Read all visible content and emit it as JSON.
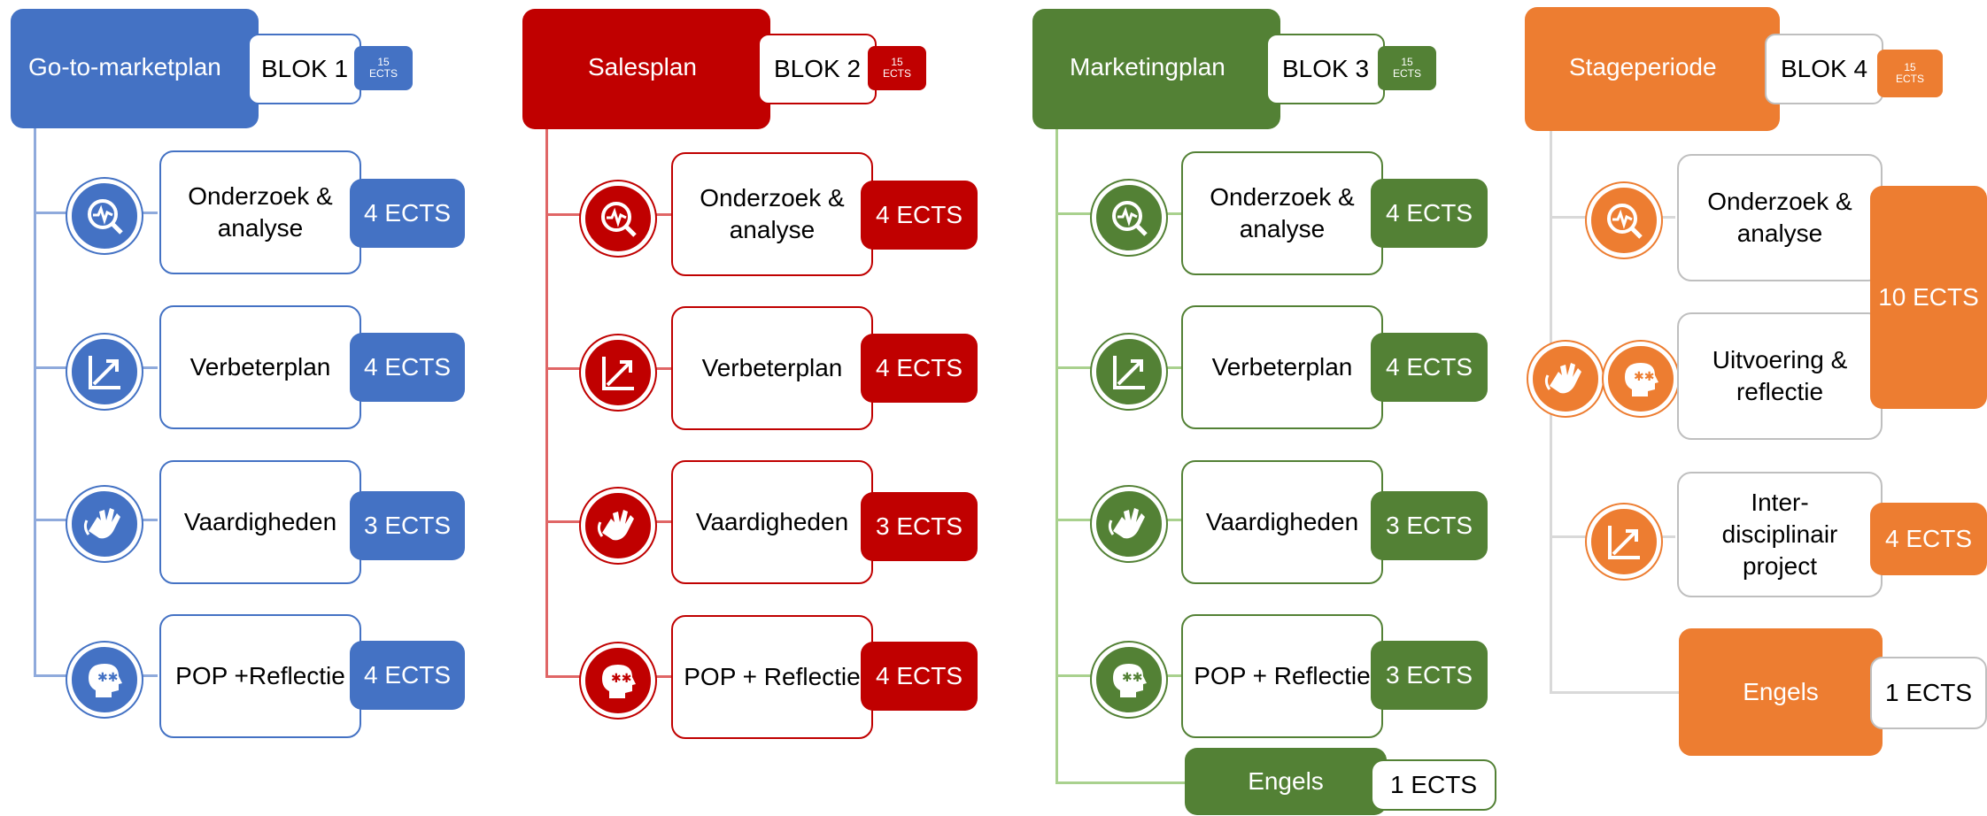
{
  "colors": {
    "blue": "#4472C4",
    "red": "#C00000",
    "green": "#538135",
    "orange": "#ED7D31",
    "blue_light": "#8FAADC",
    "red_light": "#E06666",
    "green_light": "#A9D18E",
    "orange_light": "#D9D9D9"
  },
  "columns": [
    {
      "header": "Go-to-marketplan",
      "blok": "BLOK 1",
      "mini_num": "15",
      "mini_unit": "ECTS",
      "items": [
        {
          "label": "Onderzoek &\nanalyse",
          "ects": "4 ECTS",
          "icon": "search-pulse-icon"
        },
        {
          "label": "Verbeterplan",
          "ects": "4 ECTS",
          "icon": "chart-arrow-icon"
        },
        {
          "label": "Vaardigheden",
          "ects": "3 ECTS",
          "icon": "sign-hands-icon"
        },
        {
          "label": "POP +Reflectie",
          "ects": "4 ECTS",
          "icon": "head-puzzle-icon"
        }
      ]
    },
    {
      "header": "Salesplan",
      "blok": "BLOK 2",
      "mini_num": "15",
      "mini_unit": "ECTS",
      "items": [
        {
          "label": "Onderzoek &\nanalyse",
          "ects": "4 ECTS",
          "icon": "search-pulse-icon"
        },
        {
          "label": "Verbeterplan",
          "ects": "4 ECTS",
          "icon": "chart-arrow-icon"
        },
        {
          "label": "Vaardigheden",
          "ects": "3 ECTS",
          "icon": "sign-hands-icon"
        },
        {
          "label": "POP + Reflectie",
          "ects": "4 ECTS",
          "icon": "head-puzzle-icon"
        }
      ]
    },
    {
      "header": "Marketingplan",
      "blok": "BLOK 3",
      "mini_num": "15",
      "mini_unit": "ECTS",
      "items": [
        {
          "label": "Onderzoek &\nanalyse",
          "ects": "4 ECTS",
          "icon": "search-pulse-icon"
        },
        {
          "label": "Verbeterplan",
          "ects": "4 ECTS",
          "icon": "chart-arrow-icon"
        },
        {
          "label": "Vaardigheden",
          "ects": "3 ECTS",
          "icon": "sign-hands-icon"
        },
        {
          "label": "POP + Reflectie",
          "ects": "3 ECTS",
          "icon": "head-puzzle-icon"
        }
      ],
      "extra": {
        "label": "Engels",
        "ects": "1 ECTS"
      }
    },
    {
      "header": "Stageperiode",
      "blok": "BLOK 4",
      "mini_num": "15",
      "mini_unit": "ECTS",
      "items": [
        {
          "label": "Onderzoek &\nanalyse",
          "icon": "search-pulse-icon"
        },
        {
          "label": "Uitvoering &\nreflectie",
          "icon": "sign-hands-icon",
          "icon2": "head-puzzle-icon"
        },
        {
          "label": "Inter-\ndisciplinair\nproject",
          "ects": "4 ECTS",
          "icon": "chart-arrow-icon"
        }
      ],
      "combined_ects": "10 ECTS",
      "extra": {
        "label": "Engels",
        "ects": "1 ECTS"
      }
    }
  ]
}
